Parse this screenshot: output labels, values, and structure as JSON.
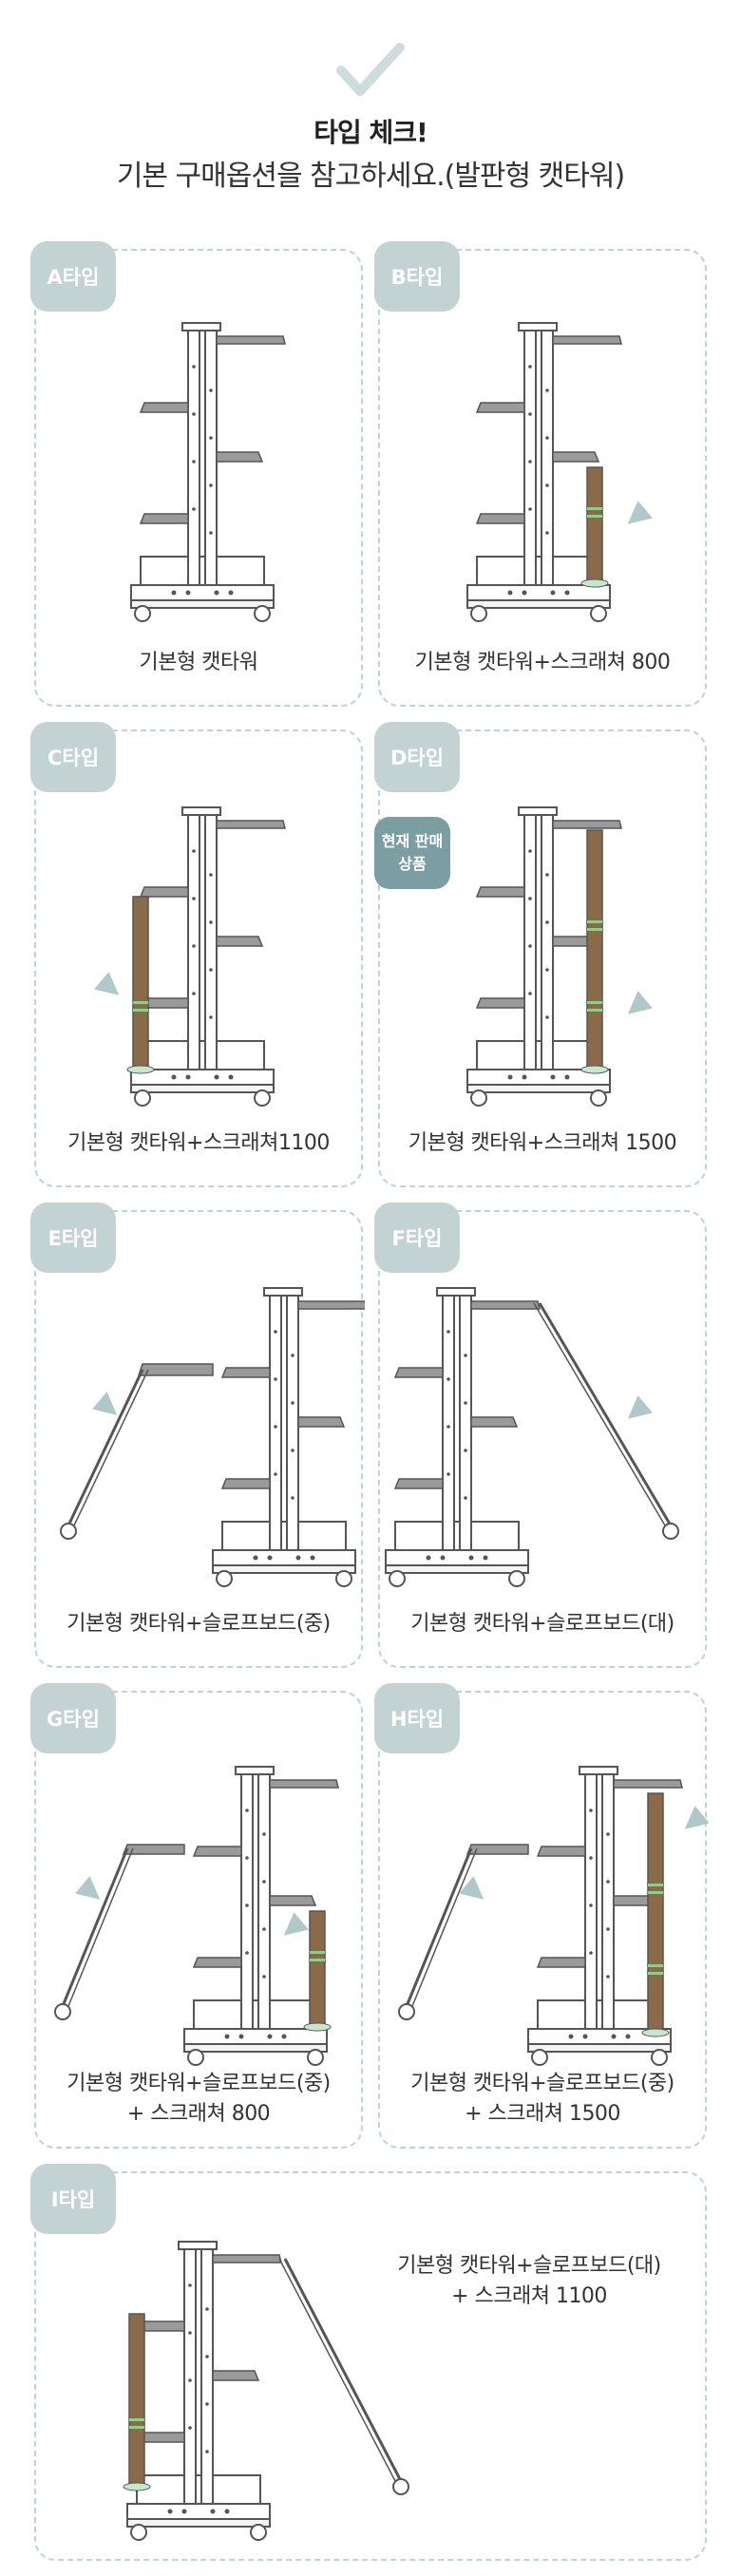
{
  "header": {
    "check_icon": "checkmark-icon",
    "title": "타입 체크!",
    "subtitle": "기본 구매옵션을 참고하세요.(발판형 캣타워)"
  },
  "colors": {
    "card_border": "#b8d6d8",
    "badge_bg": "#c3d2d2",
    "sale_badge_bg": "#7a9ea1",
    "scratcher": "#8a6a48",
    "arrow": "#b0c8ca"
  },
  "cards": [
    {
      "badge": "A타입",
      "caption": "기본형 캣타워"
    },
    {
      "badge": "B타입",
      "caption": "기본형 캣타워+스크래쳐 800"
    },
    {
      "badge": "C타입",
      "caption": "기본형 캣타워+스크래쳐1100"
    },
    {
      "badge": "D타입",
      "caption": "기본형 캣타워+스크래쳐 1500",
      "sale_line1": "현재 판매",
      "sale_line2": "상품"
    },
    {
      "badge": "E타입",
      "caption": "기본형 캣타워+슬로프보드(중)"
    },
    {
      "badge": "F타입",
      "caption": "기본형 캣타워+슬로프보드(대)"
    },
    {
      "badge": "G타입",
      "caption_line1": "기본형 캣타워+슬로프보드(중)",
      "caption_line2": "+ 스크래쳐 800"
    },
    {
      "badge": "H타입",
      "caption_line1": "기본형 캣타워+슬로프보드(중)",
      "caption_line2": "+ 스크래쳐 1500"
    },
    {
      "badge": "I타입",
      "caption_line1": "기본형 캣타워+슬로프보드(대)",
      "caption_line2": "+ 스크래쳐 1100"
    }
  ]
}
